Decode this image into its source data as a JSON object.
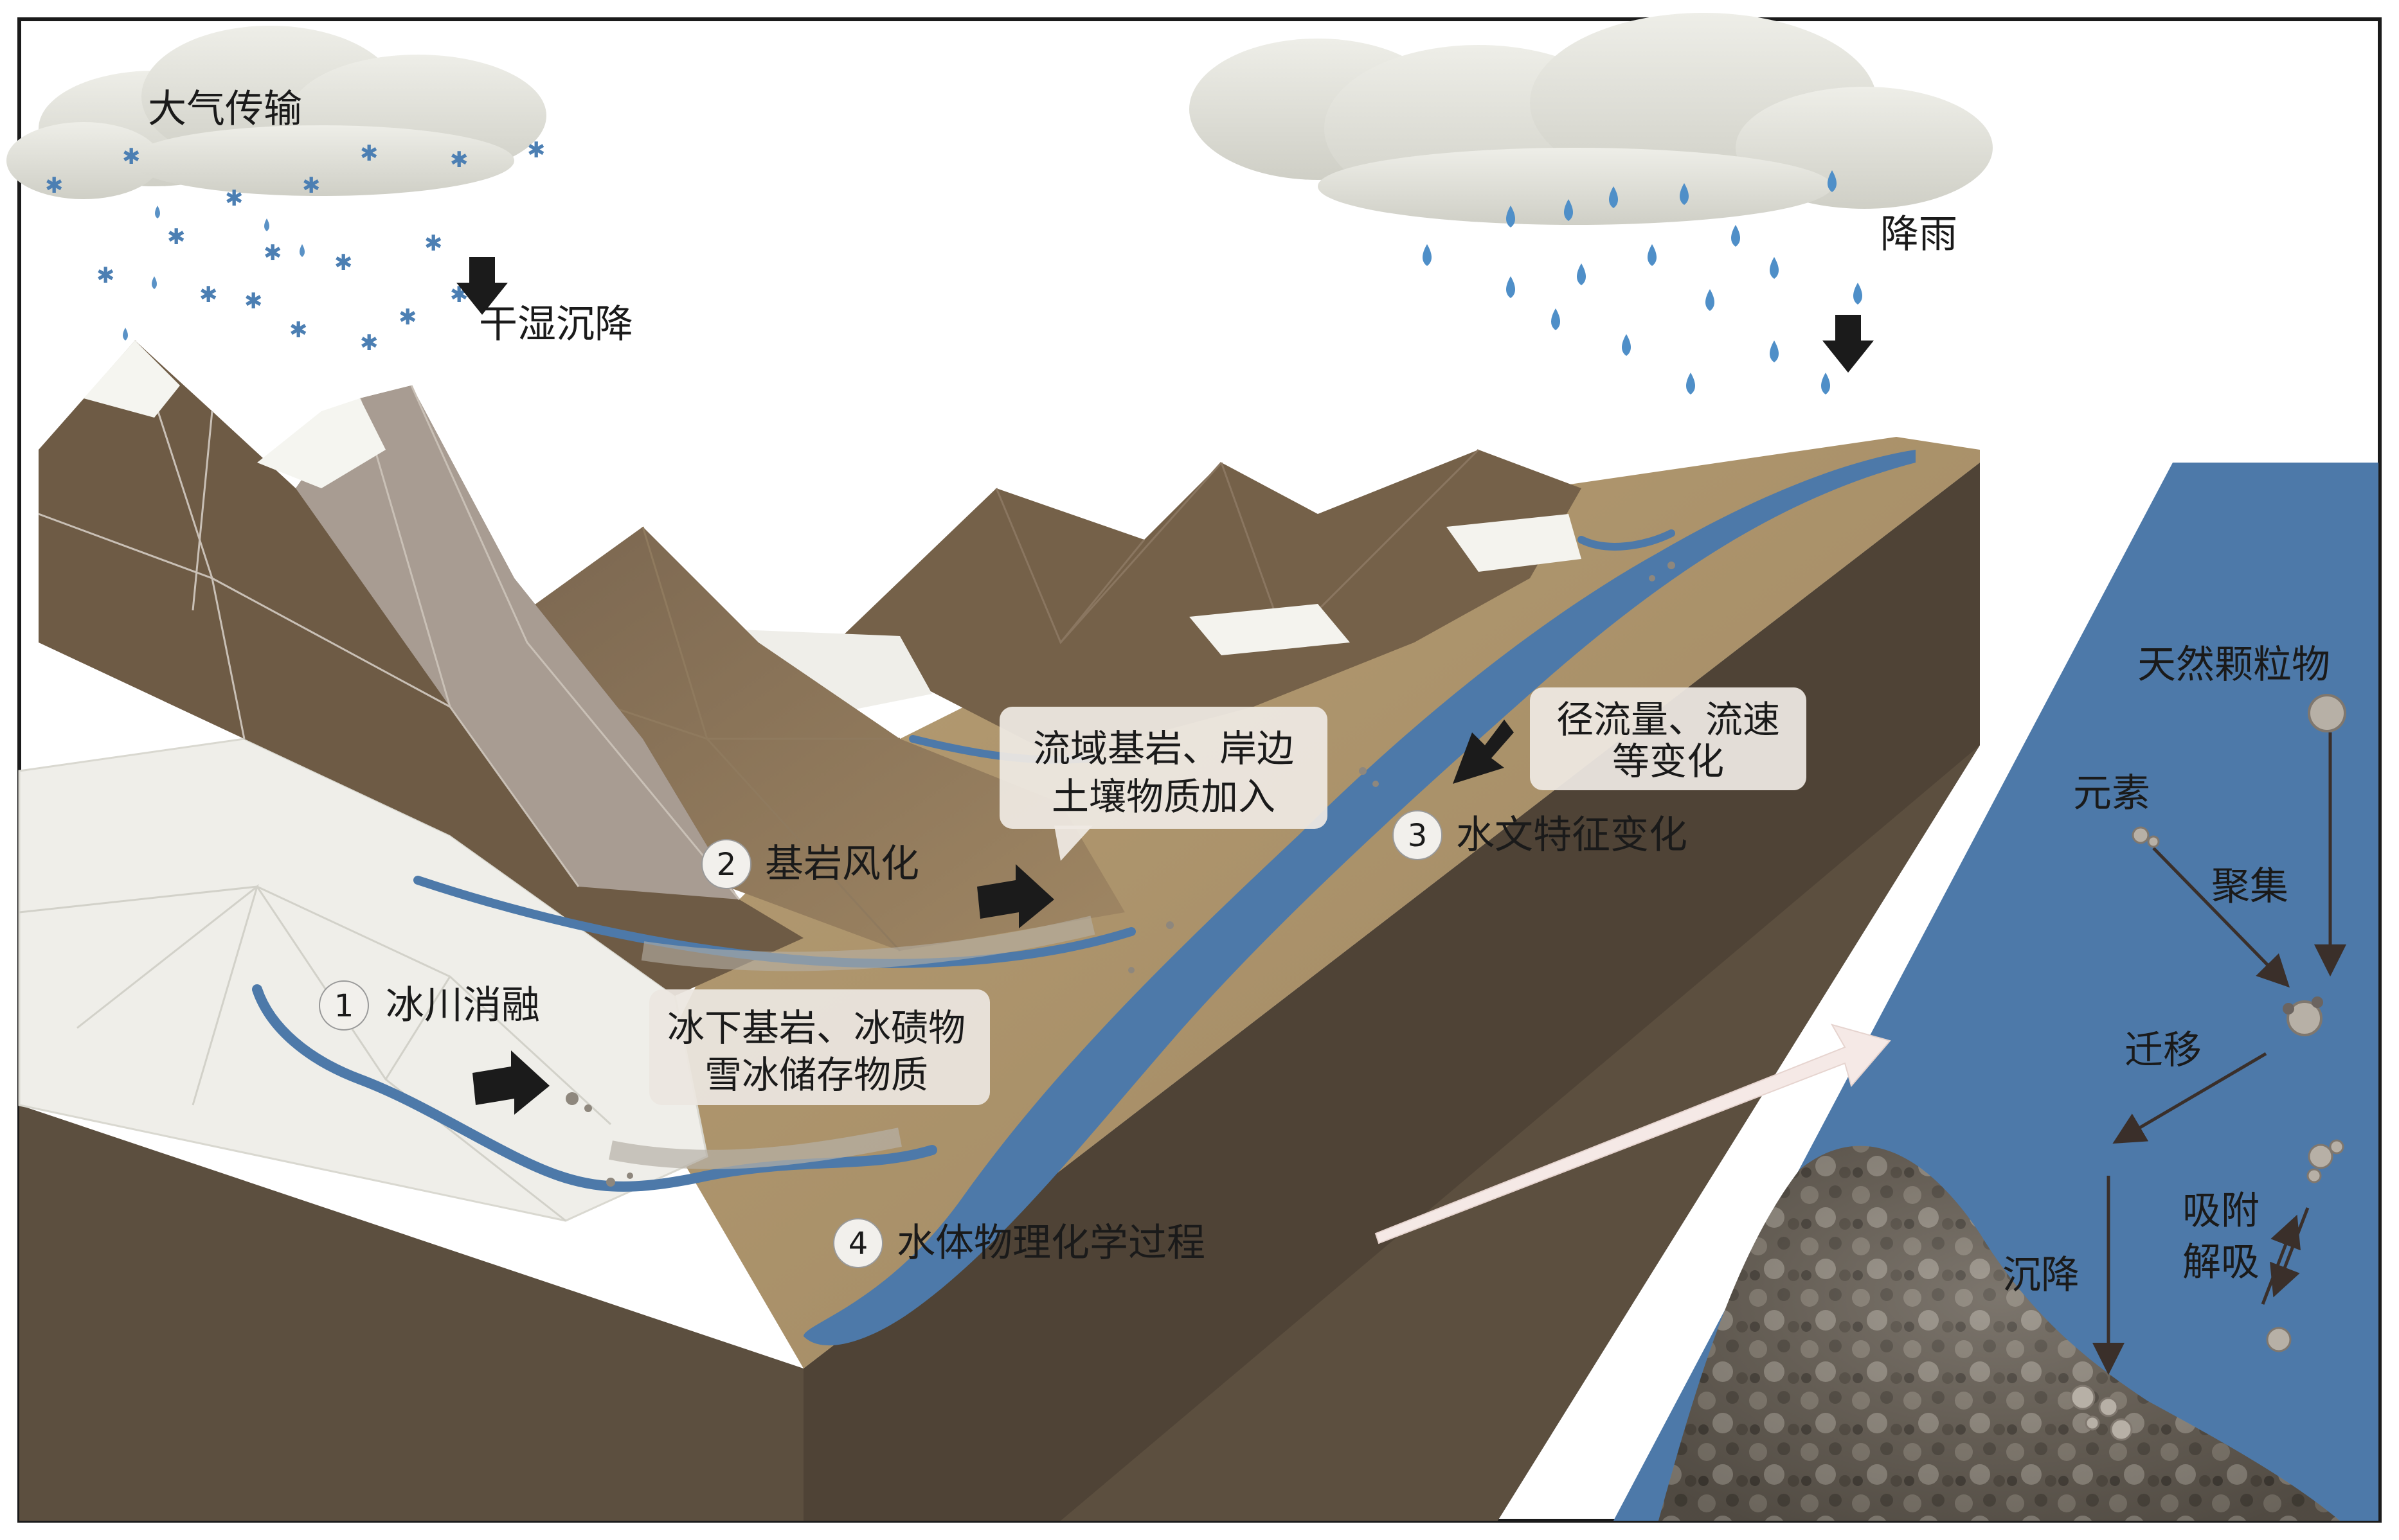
{
  "labels": {
    "atmos_transport": "大气传输",
    "wet_dry_deposition": "干湿沉降",
    "rain": "降雨",
    "glacier_melt": "冰川消融",
    "bedrock_weathering": "基岩风化",
    "hydro_change": "水文特征变化",
    "physchem_process": "水体物理化学过程",
    "natural_particles": "天然颗粒物",
    "element": "元素",
    "aggregation": "聚集",
    "migration": "迁移",
    "adsorption": "吸附",
    "desorption": "解吸",
    "settling": "沉降"
  },
  "callouts": {
    "basin_line1": "流域基岩、岸边",
    "basin_line2": "土壤物质加入",
    "runoff_line1": "径流量、流速",
    "runoff_line2": "等变化",
    "subglacial_line1": "冰下基岩、冰碛物",
    "subglacial_line2": "雪冰储存物质"
  },
  "numbers": {
    "n1": "1",
    "n2": "2",
    "n3": "3",
    "n4": "4"
  },
  "colors": {
    "water": "#4d79a9",
    "soil": "#a8906a",
    "mountain_dark": "#6b5843",
    "ground_side": "#5d5040",
    "snow": "#f1f0eb"
  }
}
